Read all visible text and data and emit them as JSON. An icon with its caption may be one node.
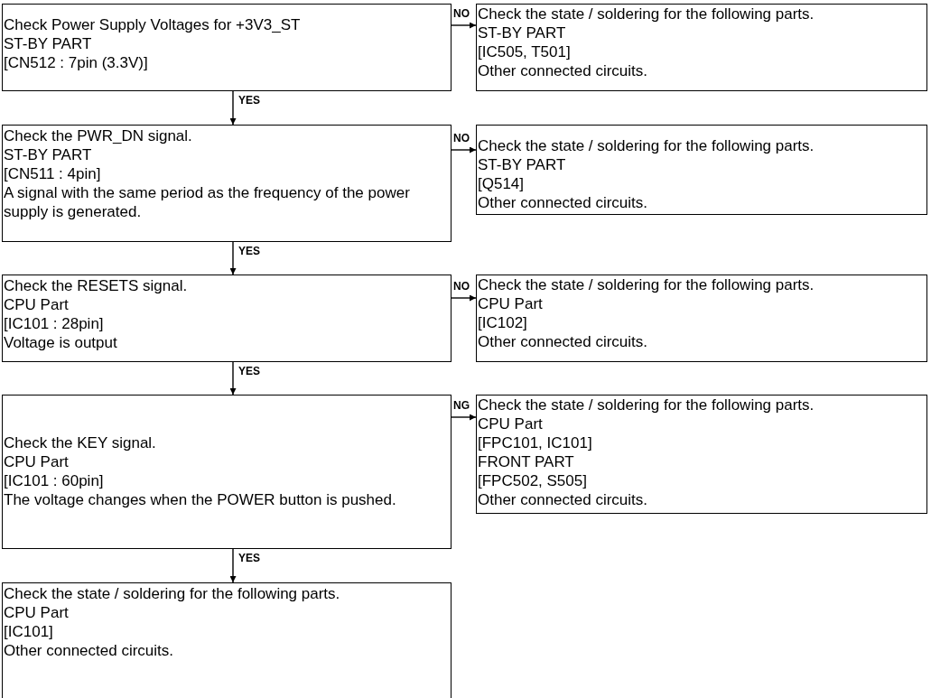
{
  "diagram": {
    "nodes": [
      {
        "text": [
          "Check Power Supply Voltages for +3V3_ST",
          "ST-BY PART",
          "[CN512 : 7pin (3.3V)]"
        ]
      },
      {
        "text": [
          "Check the state / soldering for the following parts.",
          "ST-BY PART",
          "[IC505, T501]",
          "Other connected circuits."
        ]
      },
      {
        "text": [
          "Check the PWR_DN signal.",
          "ST-BY PART",
          "[CN511 : 4pin]",
          "A signal with the same period as the frequency of the power supply is generated."
        ]
      },
      {
        "text": [
          "Check the state / soldering for the following parts.",
          "ST-BY PART",
          "[Q514]",
          "Other connected circuits."
        ]
      },
      {
        "text": [
          "Check the RESETS signal.",
          "CPU Part",
          "[IC101 : 28pin]",
          "Voltage is output"
        ]
      },
      {
        "text": [
          "Check the state / soldering for the following parts.",
          "CPU Part",
          "[IC102]",
          "Other connected circuits."
        ]
      },
      {
        "text": [
          "Check the KEY signal.",
          "CPU Part",
          "[IC101 : 60pin]",
          "The voltage changes when the POWER button is pushed."
        ]
      },
      {
        "text": [
          "Check the state / soldering for the following parts.",
          "CPU Part",
          "[FPC101, IC101]",
          "FRONT PART",
          "[FPC502, S505]",
          "Other connected circuits."
        ]
      },
      {
        "text": [
          "Check the state / soldering for the following parts.",
          "CPU Part",
          "[IC101]",
          "Other connected circuits."
        ]
      }
    ],
    "edges": [
      {
        "from": 0,
        "to": 1,
        "arrow": "to",
        "label": "NO"
      },
      {
        "from": 0,
        "to": 2,
        "arrow": "to",
        "label": "YES"
      },
      {
        "from": 2,
        "to": 3,
        "arrow": "to",
        "label": "NO"
      },
      {
        "from": 2,
        "to": 4,
        "arrow": "to",
        "label": "YES"
      },
      {
        "from": 4,
        "to": 5,
        "arrow": "to",
        "label": "NO"
      },
      {
        "from": 4,
        "to": 6,
        "arrow": "to",
        "label": "YES"
      },
      {
        "from": 6,
        "to": 7,
        "arrow": "to",
        "label": "NG"
      },
      {
        "from": 6,
        "to": 8,
        "arrow": "to",
        "label": "YES"
      }
    ]
  }
}
